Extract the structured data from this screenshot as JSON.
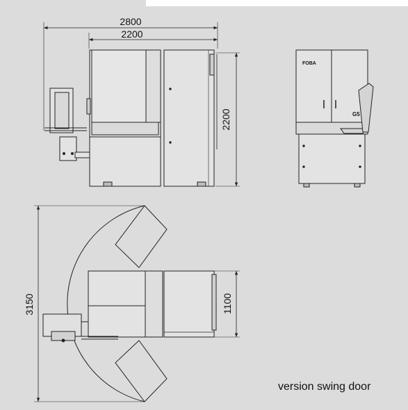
{
  "dimensions": {
    "overall_width": "2800",
    "body_width": "2200",
    "height": "2200",
    "swing_depth": "3150",
    "body_depth": "1100"
  },
  "brand_logo": "FOBA",
  "model_label": "G5",
  "caption": "version swing door",
  "colors": {
    "background": "#dcdcdc",
    "machine_fill": "#e3e3e3",
    "line": "#222222"
  }
}
